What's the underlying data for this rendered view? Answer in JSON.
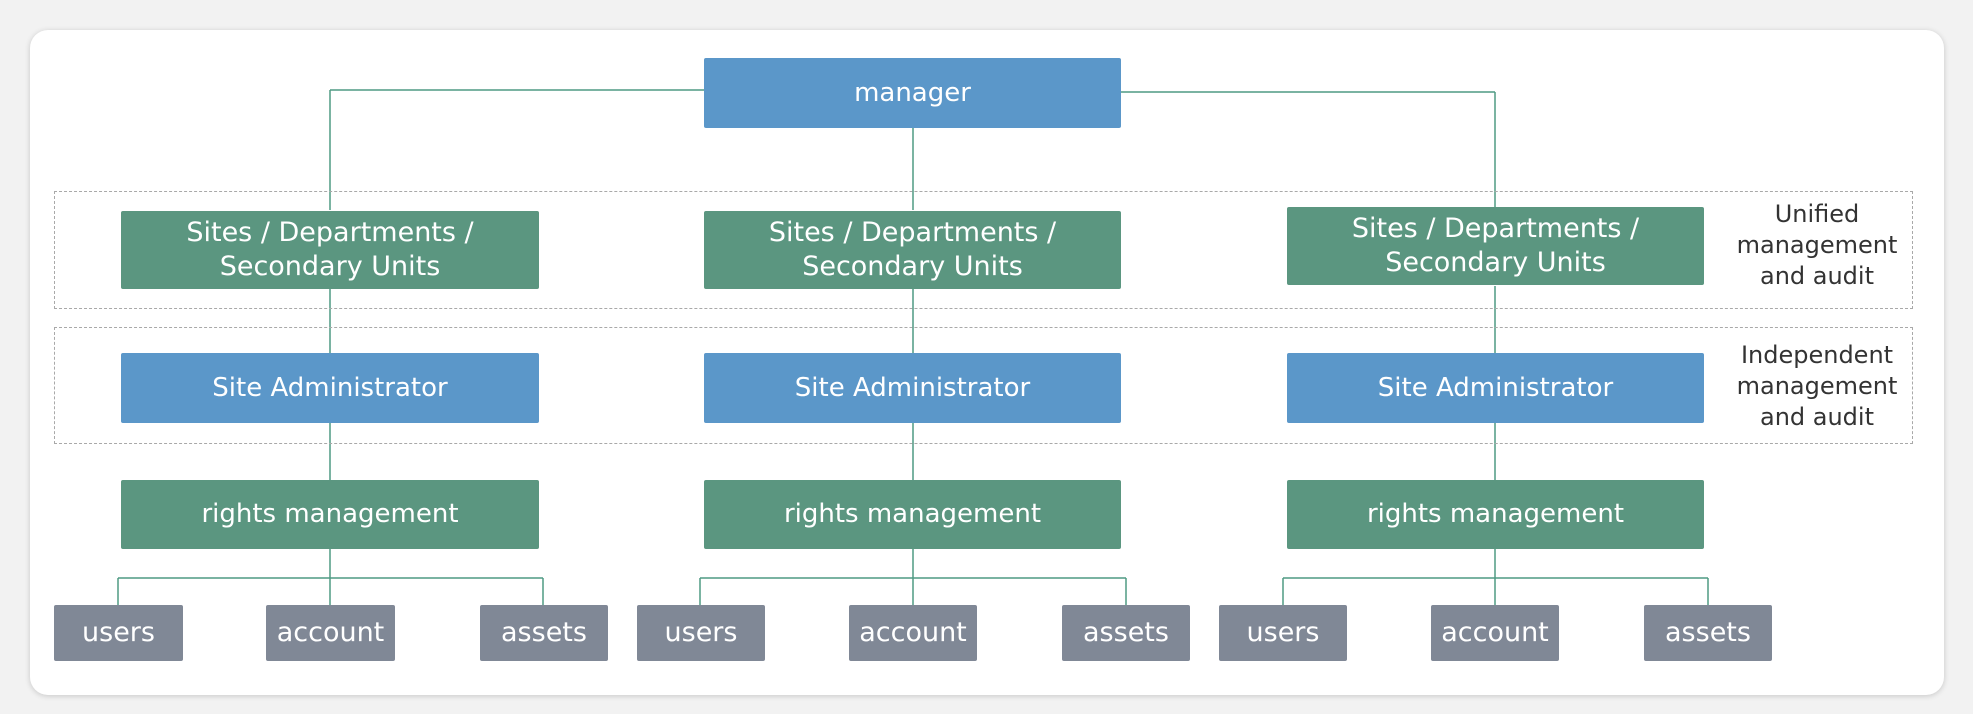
{
  "top": {
    "label": "manager"
  },
  "zones": {
    "unified": "Unified management and audit",
    "independent": "Independent management and audit"
  },
  "columns": [
    {
      "unit": "Sites / Departments / Secondary Units",
      "admin": "Site Administrator",
      "rights": "rights management",
      "leaves": [
        "users",
        "account",
        "assets"
      ]
    },
    {
      "unit": "Sites / Departments / Secondary Units",
      "admin": "Site Administrator",
      "rights": "rights management",
      "leaves": [
        "users",
        "account",
        "assets"
      ]
    },
    {
      "unit": "Sites / Departments / Secondary Units",
      "admin": "Site Administrator",
      "rights": "rights management",
      "leaves": [
        "users",
        "account",
        "assets"
      ]
    }
  ],
  "colors": {
    "blue": "#5b97c9",
    "green": "#5b9680",
    "grey": "#808896",
    "connector": "#4f9a83"
  }
}
